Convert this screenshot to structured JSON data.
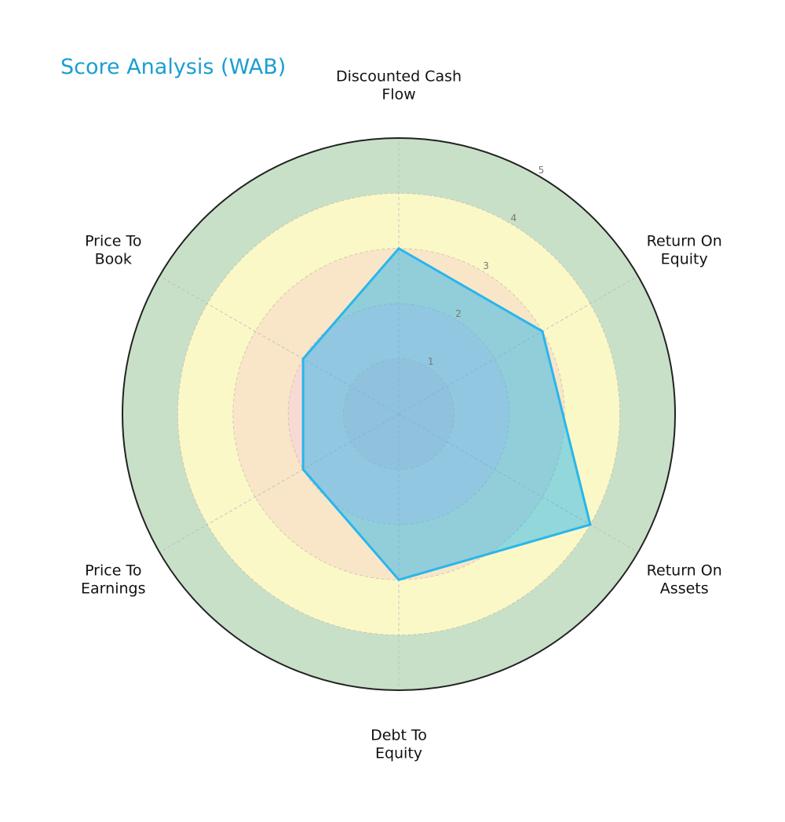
{
  "chart_data": {
    "type": "radar",
    "title": "Score Analysis (WAB)",
    "categories": [
      "Discounted Cash Flow",
      "Return On Equity",
      "Return On Assets",
      "Debt To Equity",
      "Price To Earnings",
      "Price To Book"
    ],
    "label_lines": [
      [
        "Discounted Cash",
        "Flow"
      ],
      [
        "Return On",
        "Equity"
      ],
      [
        "Return On",
        "Assets"
      ],
      [
        "Debt To",
        "Equity"
      ],
      [
        "Price To",
        "Earnings"
      ],
      [
        "Price To",
        "Book"
      ]
    ],
    "series": [
      {
        "name": "WAB",
        "values": [
          3,
          3,
          4,
          3,
          2,
          2
        ],
        "color": "#29b6ec"
      }
    ],
    "rlim": [
      0,
      5
    ],
    "rticks": [
      "1",
      "2",
      "3",
      "4",
      "5"
    ],
    "bands": [
      {
        "from": 0,
        "to": 1,
        "color": "#f6cfcf"
      },
      {
        "from": 1,
        "to": 2,
        "color": "#f9d9d4"
      },
      {
        "from": 2,
        "to": 3,
        "color": "#f9e6c8"
      },
      {
        "from": 3,
        "to": 4,
        "color": "#fbf8c8"
      },
      {
        "from": 4,
        "to": 5,
        "color": "#c8e0c8"
      }
    ],
    "grid": true,
    "legend": null
  }
}
